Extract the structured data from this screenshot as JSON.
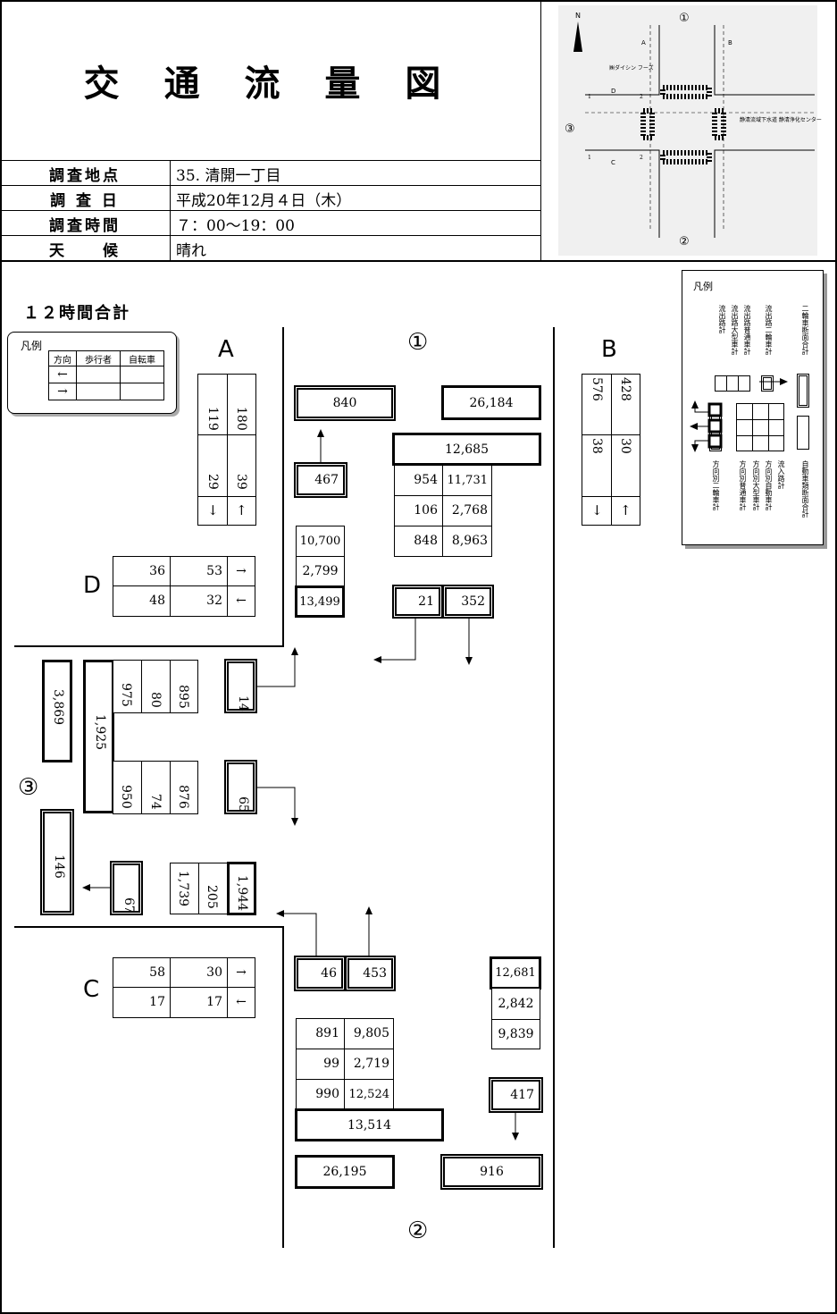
{
  "header": {
    "title": "交 通 流 量 図",
    "rows": [
      {
        "label": "調査地点",
        "value": "35. 清開一丁目"
      },
      {
        "label": "調 査 日",
        "value": "平成20年12月４日（木）"
      },
      {
        "label": "調査時間",
        "value": "７：00〜19：00"
      },
      {
        "label": "天　　候",
        "value": "晴れ"
      }
    ]
  },
  "map": {
    "north": "N",
    "n1": "①",
    "n2": "②",
    "n3": "③",
    "label_A": "A",
    "label_B": "B",
    "label_C": "C",
    "label_D": "D",
    "shop": "㈱ダイシン\nフーズ",
    "facility": "静清流域下水道\n静清浄化センター",
    "one": "1",
    "two": "2"
  },
  "section_title": "１２時間合計",
  "legend_small": {
    "title": "凡例",
    "h1": "方向",
    "h2": "歩行者",
    "h3": "自転車",
    "r1": "←",
    "r2": "→"
  },
  "legend_big": {
    "title": "凡例",
    "top": [
      "流出路計",
      "流出路大型車計",
      "流出路普通車計",
      "流出路二輪車計",
      "二輪車断面合計"
    ],
    "bottom": [
      "方向別二輪車計",
      "方向別普通車計",
      "方向別大型車計",
      "方向別自動車計",
      "流入路計",
      "自動車類断面合計"
    ]
  },
  "labels": {
    "A": "A",
    "B": "B",
    "C": "C",
    "D": "D",
    "n1": "①",
    "n2": "②",
    "n3": "③"
  },
  "ped": {
    "A": {
      "down": [
        "119",
        "29"
      ],
      "up": [
        "180",
        "39"
      ],
      "arrow_down": "↓",
      "arrow_up": "↑"
    },
    "B": {
      "down": [
        "576",
        "38"
      ],
      "up": [
        "428",
        "30"
      ],
      "arrow_down": "↓",
      "arrow_up": "↑"
    },
    "D": {
      "r1": [
        "36",
        "53"
      ],
      "r2": [
        "48",
        "32"
      ],
      "a1": "→",
      "a2": "←"
    },
    "C": {
      "r1": [
        "58",
        "30"
      ],
      "r2": [
        "17",
        "17"
      ],
      "a1": "→",
      "a2": "←"
    }
  },
  "north": {
    "total": "840",
    "section": "26,184",
    "inflow": "12,685",
    "rows": [
      [
        "954",
        "11,731"
      ],
      [
        "106",
        "2,768"
      ],
      [
        "848",
        "8,963"
      ]
    ],
    "out_bike": "467",
    "out": [
      "10,700",
      "2,799",
      "13,499"
    ],
    "bike_in": [
      "21",
      "352"
    ]
  },
  "west": {
    "section": "3,869",
    "inflow": "1,925",
    "row1": [
      "975",
      "80",
      "895"
    ],
    "bike1": "14",
    "row2": [
      "950",
      "74",
      "876"
    ],
    "bike2": "65",
    "bike_total": "146",
    "out_bike": "67",
    "out": [
      "1,739",
      "205",
      "1,944"
    ]
  },
  "south": {
    "bike_in": [
      "46",
      "453"
    ],
    "rows": [
      [
        "891",
        "9,805"
      ],
      [
        "99",
        "2,719"
      ],
      [
        "990",
        "12,524"
      ]
    ],
    "inflow": "13,514",
    "section": "26,195",
    "bike_total": "916",
    "out": [
      "12,681",
      "2,842",
      "9,839"
    ],
    "out_bike": "417"
  }
}
